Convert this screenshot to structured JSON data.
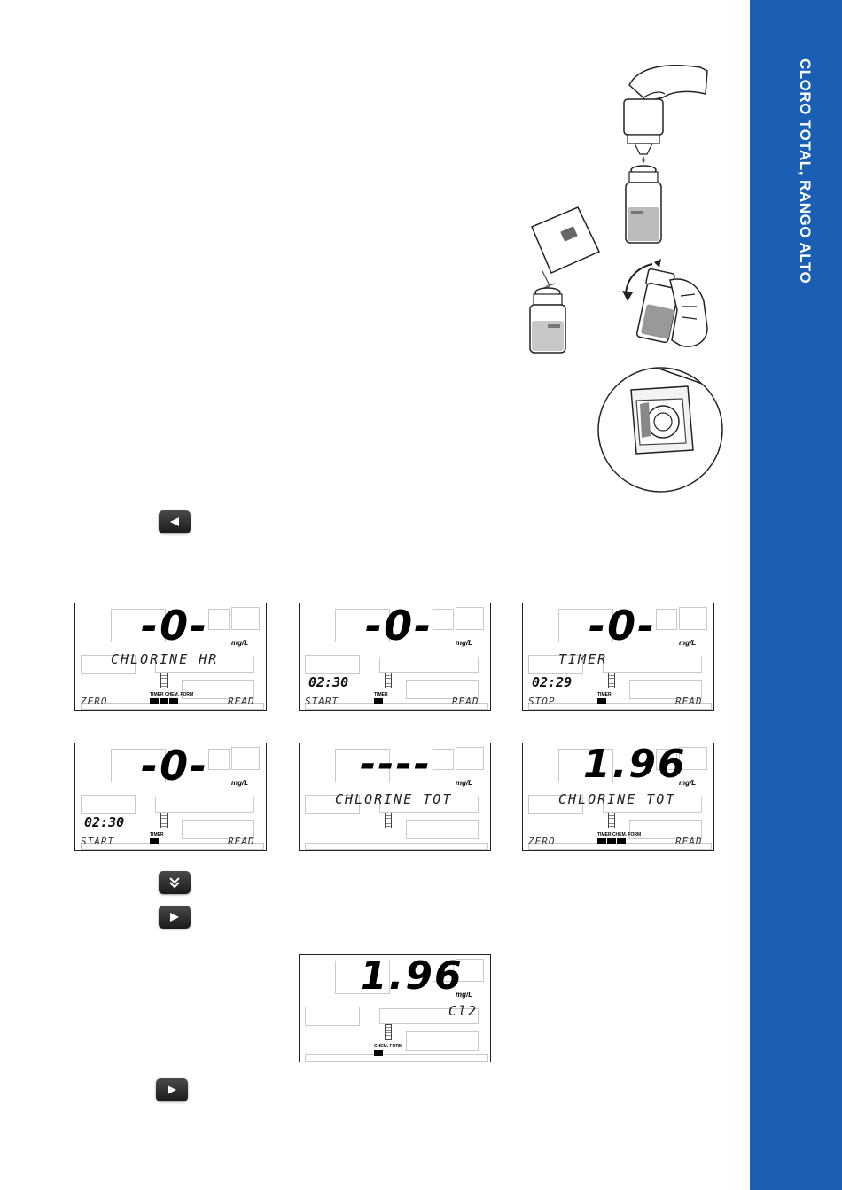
{
  "sidebar": {
    "title": "CLORO TOTAL, RANGO ALTO",
    "color": "#1b5fb4"
  },
  "icons": {
    "left_button": "arrow-left-icon",
    "down_button": "double-chevron-down-icon",
    "right_button": "arrow-right-icon"
  },
  "displays": [
    {
      "main": "-0-",
      "unit": "mg/L",
      "message": "CHLORINE HR",
      "timer": "",
      "softkeys": [
        "ZERO",
        "READ"
      ],
      "labels": [
        "TIMER",
        "CHEM. FORM"
      ]
    },
    {
      "main": "-0-",
      "unit": "mg/L",
      "message": "",
      "timer": "02:30",
      "softkeys": [
        "START",
        "READ"
      ],
      "labels": [
        "TIMER"
      ]
    },
    {
      "main": "-0-",
      "unit": "mg/L",
      "message": "TIMER",
      "timer": "02:29",
      "softkeys": [
        "STOP",
        "READ"
      ],
      "labels": [
        "TIMER"
      ]
    },
    {
      "main": "-0-",
      "unit": "mg/L",
      "message": "",
      "timer": "02:30",
      "softkeys": [
        "START",
        "READ"
      ],
      "labels": [
        "TIMER"
      ]
    },
    {
      "main": "----",
      "unit": "mg/L",
      "message": "CHLORINE TOT",
      "timer": "",
      "softkeys": [],
      "labels": []
    },
    {
      "main": "1.96",
      "unit": "mg/L",
      "message": "CHLORINE TOT",
      "timer": "",
      "softkeys": [
        "ZERO",
        "READ"
      ],
      "labels": [
        "TIMER",
        "CHEM. FORM"
      ]
    },
    {
      "main": "1.96",
      "unit": "mg/L",
      "message": "",
      "chem": "Cl2",
      "timer": "",
      "softkeys": [],
      "labels": [
        "CHEM. FORM"
      ]
    }
  ]
}
